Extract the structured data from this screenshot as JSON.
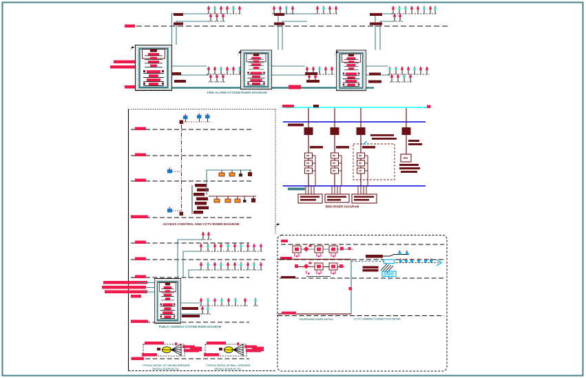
{
  "titles": {
    "top_caption": "FIRE ALARM SYSTEM RISER DIAGRAM",
    "access_title": "ACCESS CONTROL AND CCTV RISER DIAGRAM",
    "bms_title": "BMS RISER DIAGRAM",
    "bottom_left_caption": "PUBLIC ADDRESS SYSTEM RISER DIAGRAM",
    "detail1_line1": "TYPICAL DETAIL OF CEILING SPEAKER",
    "detail1_line2": "INSTALLATION (N.T.S.)",
    "detail2_line1": "TYPICAL DETAIL OF WALL SPEAKER",
    "detail2_line2": "INSTALLATION (N.T.S.)",
    "detail_right_caption1": "TELEPHONE RISER DETAIL",
    "detail_right_caption2": "CCTV CAMERA CONNECTION DETAIL"
  },
  "colors": {
    "teal": "#3b7f86",
    "maroon": "#6b1014",
    "red": "#ee1a4b",
    "mint": "#2de8c8",
    "magenta": "#f017a0",
    "orange": "#f7941d",
    "yellow": "#fff200",
    "cyan": "#00ffff",
    "blueline": "#0000cd",
    "bluedev": "#1878c8",
    "cyancomp": "#00b7ef",
    "border": "#44808a"
  }
}
